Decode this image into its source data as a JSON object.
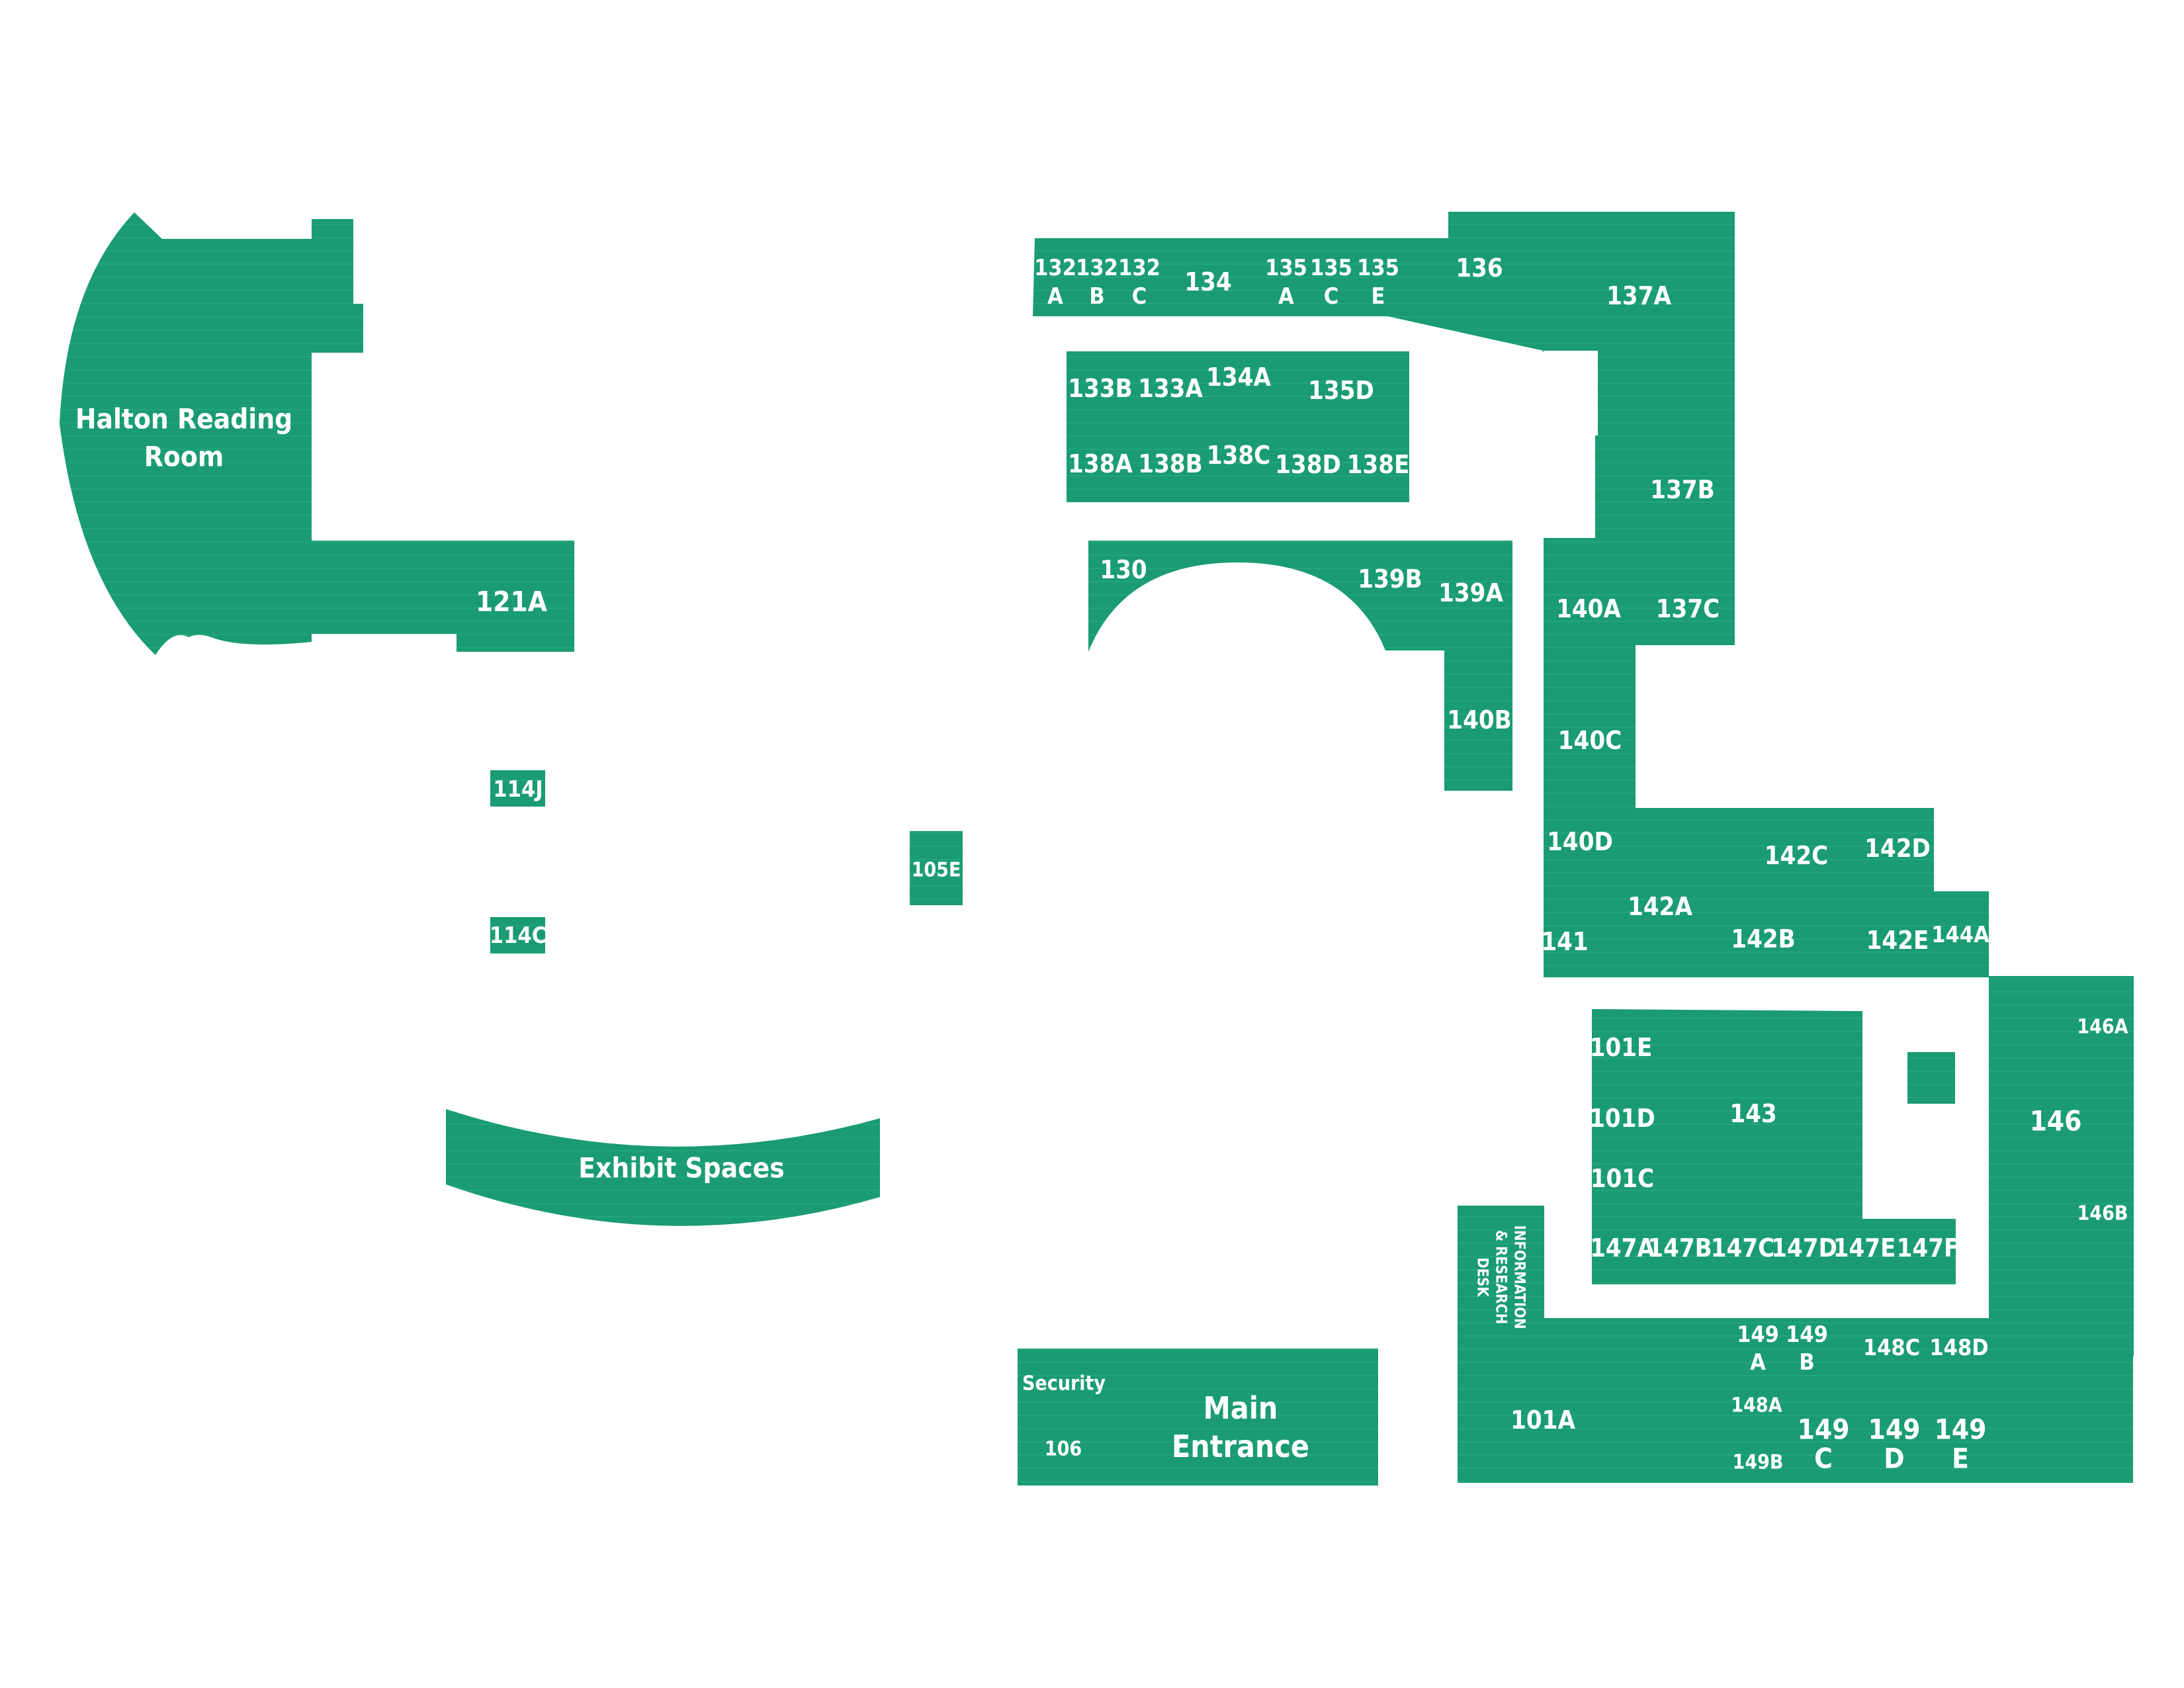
{
  "colors": {
    "room_fill": "#1a9b73",
    "label": "#ffffff",
    "background": "#ffffff"
  },
  "labels": {
    "halton_1": "Halton Reading",
    "halton_2": "Room",
    "r121A": "121A",
    "r114J": "114J",
    "r114C": "114C",
    "r105E": "105E",
    "exhibit": "Exhibit Spaces",
    "r132A_n": "132",
    "r132A_l": "A",
    "r132B_n": "132",
    "r132B_l": "B",
    "r132C_n": "132",
    "r132C_l": "C",
    "r134": "134",
    "r135A_n": "135",
    "r135A_l": "A",
    "r135C_n": "135",
    "r135C_l": "C",
    "r135E_n": "135",
    "r135E_l": "E",
    "r136": "136",
    "r137A": "137A",
    "r133B": "133B",
    "r133A": "133A",
    "r134A": "134A",
    "r135D": "135D",
    "r138A": "138A",
    "r138B": "138B",
    "r138C": "138C",
    "r138D": "138D",
    "r138E": "138E",
    "r137B": "137B",
    "r130": "130",
    "r139B": "139B",
    "r139A": "139A",
    "r140A": "140A",
    "r137C": "137C",
    "r140B": "140B",
    "r140C": "140C",
    "r140D": "140D",
    "r142C": "142C",
    "r142D": "142D",
    "r142A": "142A",
    "r141": "141",
    "r142B": "142B",
    "r142E": "142E",
    "r144A": "144A",
    "r146A": "146A",
    "r101E": "101E",
    "r143": "143",
    "r101D": "101D",
    "r146": "146",
    "r101C": "101C",
    "r146B": "146B",
    "r147A": "147A",
    "r147B": "147B",
    "r147C": "147C",
    "r147D": "147D",
    "r147E": "147E",
    "r147F": "147F",
    "info_1": "INFORMATION",
    "info_2": "& RESEARCH",
    "info_3": "DESK",
    "r149A_n": "149",
    "r149A_l": "A",
    "r149B_n": "149",
    "r149B_l": "B",
    "r148C": "148C",
    "r148D": "148D",
    "r148A": "148A",
    "r101A": "101A",
    "r149C_n": "149",
    "r149C_l": "C",
    "r149D_n": "149",
    "r149D_l": "D",
    "r149E_n": "149",
    "r149E_l": "E",
    "r149B_small": "149B",
    "security": "Security",
    "r106": "106",
    "main_1": "Main",
    "main_2": "Entrance"
  }
}
